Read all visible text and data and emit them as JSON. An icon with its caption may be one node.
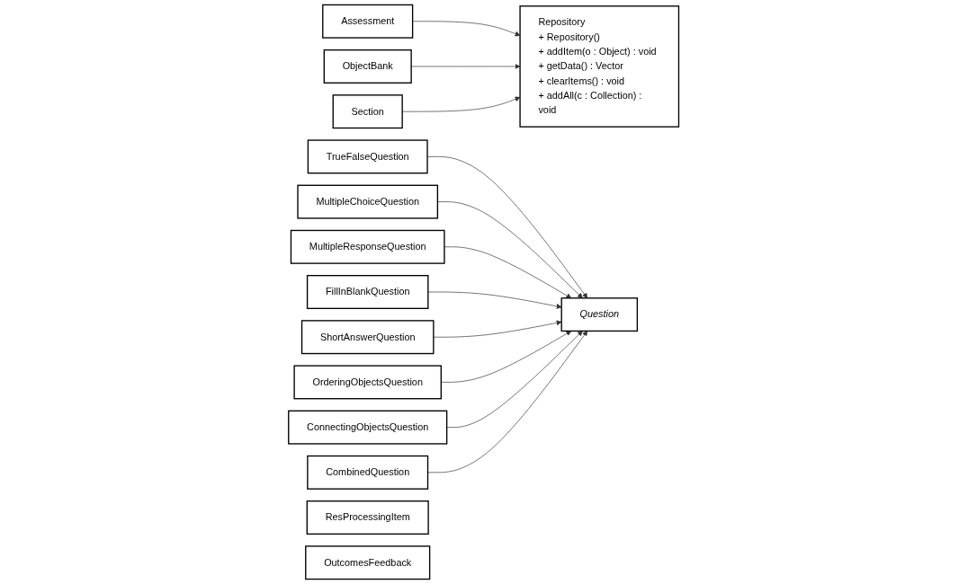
{
  "diagram": {
    "nodes": [
      {
        "text": [
          "Assessment"
        ]
      },
      {
        "text": [
          "ObjectBank"
        ]
      },
      {
        "text": [
          "Section"
        ]
      },
      {
        "text": [
          "Repository",
          "+ Repository()",
          "+ addItem(o : Object) : void",
          "+ getData() : Vector",
          "+ clearItems() : void",
          "+ addAll(c : Collection) : void"
        ]
      },
      {
        "text": [
          "TrueFalseQuestion"
        ]
      },
      {
        "text": [
          "MultipleChoiceQuestion"
        ]
      },
      {
        "text": [
          "MultipleResponseQuestion"
        ]
      },
      {
        "text": [
          "FillInBlankQuestion"
        ]
      },
      {
        "text": [
          "Question"
        ]
      },
      {
        "text": [
          "ShortAnswerQuestion"
        ]
      },
      {
        "text": [
          "OrderingObjectsQuestion"
        ]
      },
      {
        "text": [
          "ConnectingObjectsQuestion"
        ]
      },
      {
        "text": [
          "CombinedQuestion"
        ]
      },
      {
        "text": [
          "ResProcessingItem"
        ]
      },
      {
        "text": [
          "OutcomesFeedback"
        ]
      }
    ],
    "edges": [
      {
        "from": 0,
        "to": 3,
        "arrow": "to"
      },
      {
        "from": 1,
        "to": 3,
        "arrow": "to"
      },
      {
        "from": 2,
        "to": 3,
        "arrow": "to"
      },
      {
        "from": 4,
        "to": 8,
        "arrow": "to"
      },
      {
        "from": 5,
        "to": 8,
        "arrow": "to"
      },
      {
        "from": 6,
        "to": 8,
        "arrow": "to"
      },
      {
        "from": 7,
        "to": 8,
        "arrow": "to"
      },
      {
        "from": 9,
        "to": 8,
        "arrow": "to"
      },
      {
        "from": 10,
        "to": 8,
        "arrow": "to"
      },
      {
        "from": 11,
        "to": 8,
        "arrow": "to"
      },
      {
        "from": 12,
        "to": 8,
        "arrow": "to"
      }
    ]
  }
}
